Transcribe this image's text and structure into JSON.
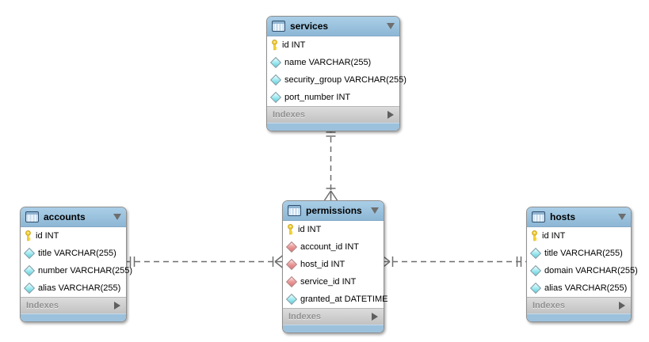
{
  "diagram_type": "database-eer-diagram",
  "colors": {
    "table_header": "#94bcd8",
    "table_footer": "#c6c6c6",
    "table_bottom_bar": "#9cc1dc",
    "primary_key_icon": "#f6d32d",
    "column_icon": "#8fe3ec",
    "foreign_key_icon": "#e39191",
    "relationship_line": "#6e6e6e",
    "canvas_background": "#ffffff"
  },
  "tables": [
    {
      "title": "services",
      "footer": "Indexes",
      "columns": [
        {
          "icon": "primary-key-icon",
          "label": "id INT"
        },
        {
          "icon": "column-icon",
          "label": "name VARCHAR(255)"
        },
        {
          "icon": "column-icon",
          "label": "security_group VARCHAR(255)"
        },
        {
          "icon": "column-icon",
          "label": "port_number INT"
        }
      ]
    },
    {
      "title": "accounts",
      "footer": "Indexes",
      "columns": [
        {
          "icon": "primary-key-icon",
          "label": "id INT"
        },
        {
          "icon": "column-icon",
          "label": "title VARCHAR(255)"
        },
        {
          "icon": "column-icon",
          "label": "number VARCHAR(255)"
        },
        {
          "icon": "column-icon",
          "label": "alias VARCHAR(255)"
        }
      ]
    },
    {
      "title": "permissions",
      "footer": "Indexes",
      "columns": [
        {
          "icon": "primary-key-icon",
          "label": "id INT"
        },
        {
          "icon": "foreign-key-icon",
          "label": "account_id INT"
        },
        {
          "icon": "foreign-key-icon",
          "label": "host_id INT"
        },
        {
          "icon": "foreign-key-icon",
          "label": "service_id INT"
        },
        {
          "icon": "column-icon",
          "label": "granted_at DATETIME"
        }
      ]
    },
    {
      "title": "hosts",
      "footer": "Indexes",
      "columns": [
        {
          "icon": "primary-key-icon",
          "label": "id INT"
        },
        {
          "icon": "column-icon",
          "label": "title VARCHAR(255)"
        },
        {
          "icon": "column-icon",
          "label": "domain VARCHAR(255)"
        },
        {
          "icon": "column-icon",
          "label": "alias VARCHAR(255)"
        }
      ]
    }
  ],
  "relationships": [
    {
      "from": "services",
      "to": "permissions",
      "from_cardinality": "one-mandatory",
      "to_cardinality": "many",
      "line_style": "dashed"
    },
    {
      "from": "accounts",
      "to": "permissions",
      "from_cardinality": "one-mandatory",
      "to_cardinality": "many",
      "line_style": "dashed"
    },
    {
      "from": "hosts",
      "to": "permissions",
      "from_cardinality": "one-mandatory",
      "to_cardinality": "many",
      "line_style": "dashed"
    }
  ]
}
